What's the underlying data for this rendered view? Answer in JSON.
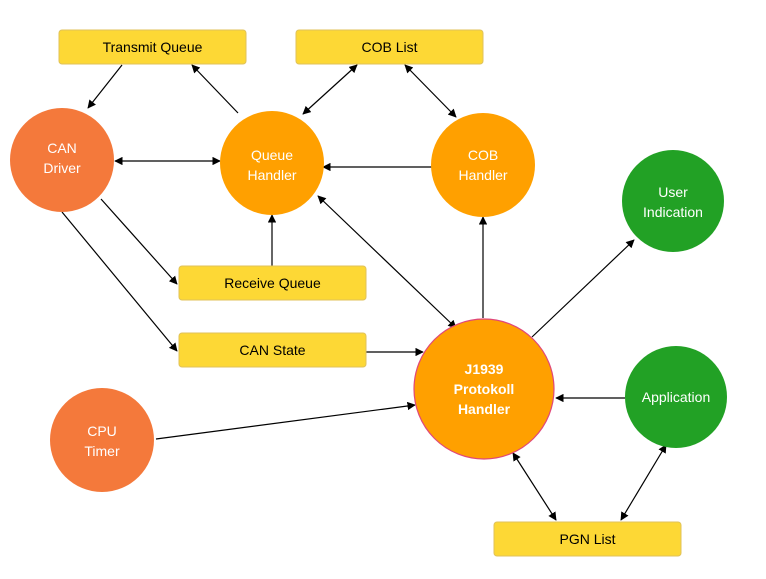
{
  "colors": {
    "box_fill": "#FDD835",
    "box_stroke": "#E0C25A",
    "driver_orange": "#F4793B",
    "handler_orange": "#FFA000",
    "green": "#22A125",
    "j1939_stroke": "#E0477A"
  },
  "boxes": {
    "transmit_queue": "Transmit Queue",
    "cob_list": "COB List",
    "receive_queue": "Receive Queue",
    "can_state": "CAN State",
    "pgn_list": "PGN List"
  },
  "nodes": {
    "can_driver": [
      "CAN",
      "Driver"
    ],
    "queue_handler": [
      "Queue",
      "Handler"
    ],
    "cob_handler": [
      "COB",
      "Handler"
    ],
    "user_indication": [
      "User",
      "Indication"
    ],
    "j1939": [
      "J1939",
      "Protokoll",
      "Handler"
    ],
    "application": [
      "Application"
    ],
    "cpu_timer": [
      "CPU",
      "Timer"
    ]
  }
}
